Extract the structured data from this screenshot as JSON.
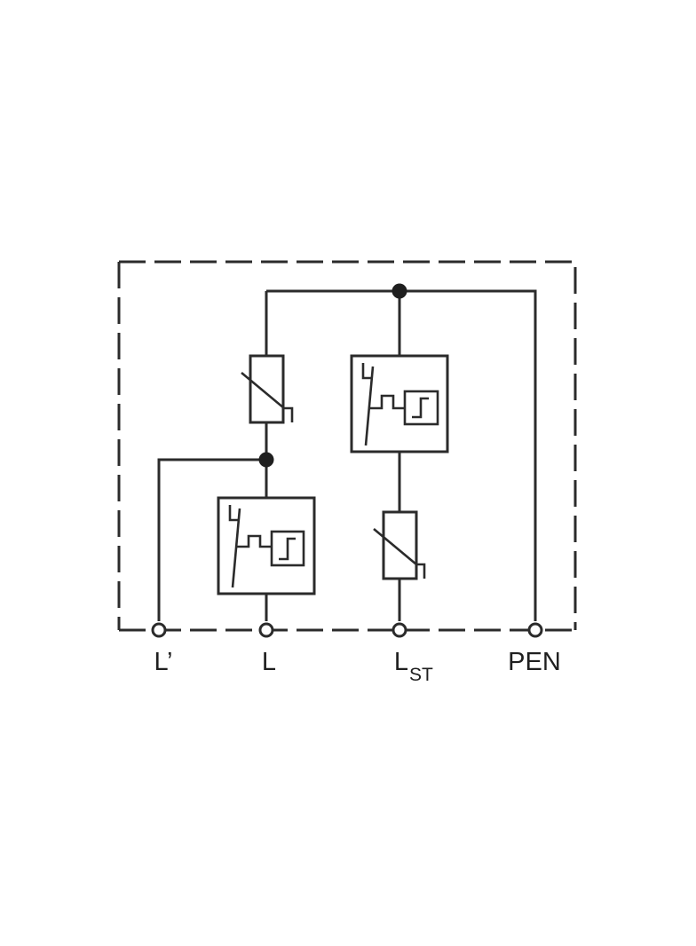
{
  "diagram": {
    "terminals": {
      "l_prime": "L’",
      "l": "L",
      "l_st_main": "L",
      "l_st_sub": "ST",
      "pen": "PEN"
    }
  }
}
